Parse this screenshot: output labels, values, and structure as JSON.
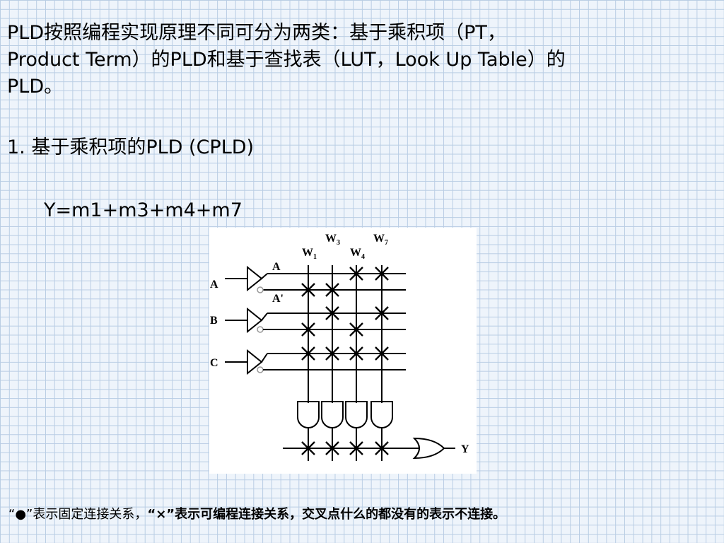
{
  "intro": {
    "line1": "PLD按照编程实现原理不同可分为两类：基于乘积项（PT，",
    "line2": "Product Term）的PLD和基于查找表（LUT，Look Up Table）的",
    "line3": "PLD。"
  },
  "section": {
    "heading": "1. 基于乘积项的PLD  (CPLD)"
  },
  "equation": {
    "text": "Y=m1+m3+m4+m7"
  },
  "diagram": {
    "inputs": [
      "A",
      "B",
      "C"
    ],
    "true_label": "A",
    "complement_label": "A'",
    "product_terms": [
      {
        "letter": "W",
        "sub": "1"
      },
      {
        "letter": "W",
        "sub": "3"
      },
      {
        "letter": "W",
        "sub": "4"
      },
      {
        "letter": "W",
        "sub": "7"
      }
    ],
    "output": "Y"
  },
  "footnote": {
    "part1": "“●”表示固定连接关系，",
    "part2": "“×”表示可编程连接关系，交叉点什么的都没有的表示不连接。"
  }
}
